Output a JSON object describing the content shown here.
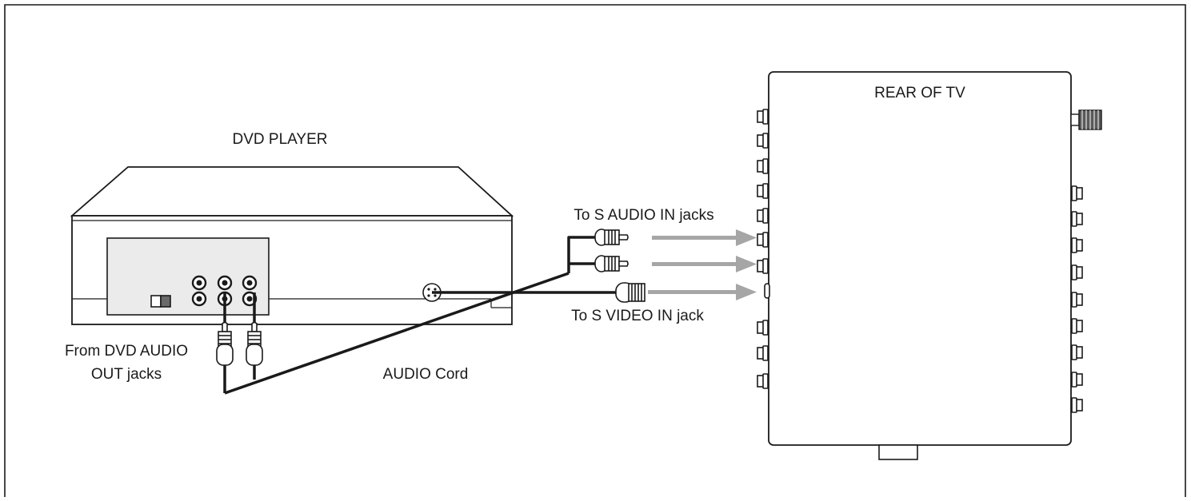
{
  "labels": {
    "dvd_player": "DVD PLAYER",
    "rear_of_tv": "REAR OF TV",
    "to_audio_in": "To S AUDIO IN jacks",
    "to_video_in": "To S VIDEO IN jack",
    "from_dvd_line1": "From DVD AUDIO",
    "from_dvd_line2": "OUT jacks",
    "audio_cord": "AUDIO Cord"
  },
  "colors": {
    "line": "#1a1a1a",
    "panel_fill": "#ebebeb",
    "arrow": "#a6a6a6"
  }
}
